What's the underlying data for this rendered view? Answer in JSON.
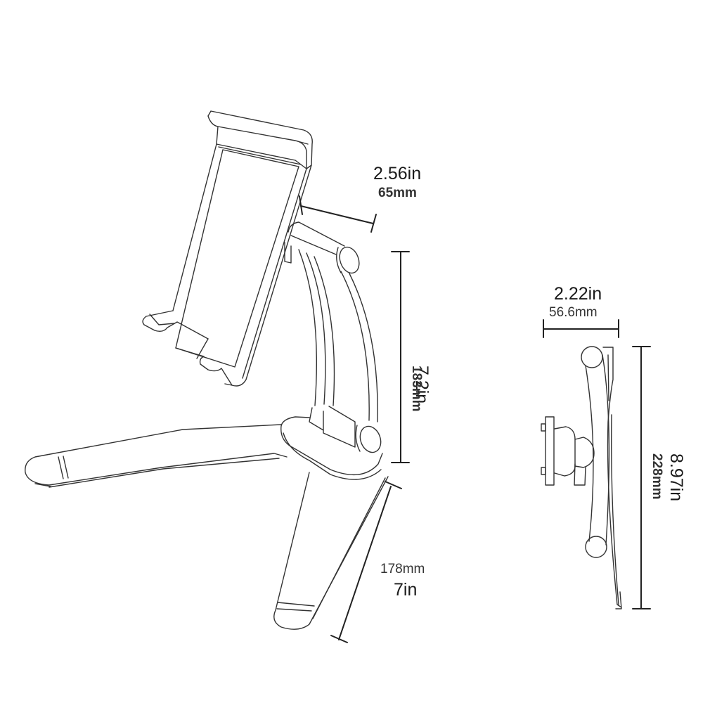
{
  "diagram": {
    "subject": "Tablet wall/kitchen stand - dimension drawing",
    "front_view": {
      "holder_depth": {
        "inches": "2.56in",
        "mm": "65mm"
      },
      "arm_height": {
        "inches": "7.2in",
        "mm": "183mm"
      },
      "leg_length": {
        "inches": "7in",
        "mm": "178mm"
      }
    },
    "side_view": {
      "width": {
        "inches": "2.22in",
        "mm": "56.6mm"
      },
      "height": {
        "inches": "8.97in",
        "mm": "228mm"
      }
    },
    "colors": {
      "line": "#1a1a1a",
      "background": "#ffffff"
    }
  }
}
